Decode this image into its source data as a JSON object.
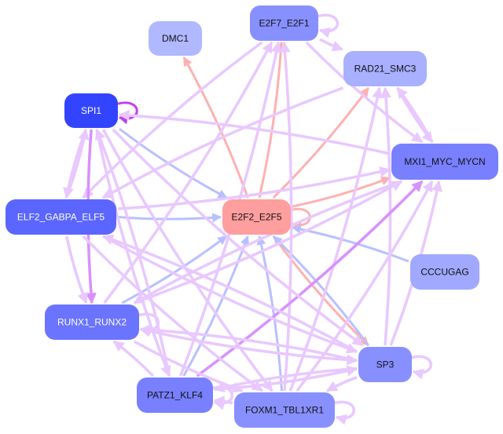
{
  "diagram": {
    "type": "regulatory-network",
    "colors": {
      "edge_default": "#e8c8ff",
      "edge_strong": "#d890ff",
      "edge_target_hub": "#ffb0b0",
      "edge_to_hub": "#b8c0ff",
      "self_loop_spi1": "#c040f0"
    },
    "nodes": [
      {
        "id": "DMC1",
        "label": "DMC1",
        "fill": "#b0b8ff",
        "text_color": "#111111"
      },
      {
        "id": "E2F7_E2F1",
        "label": "E2F7_E2F1",
        "fill": "#8890ff",
        "text_color": "#111111"
      },
      {
        "id": "RAD21_SMC3",
        "label": "RAD21_SMC3",
        "fill": "#a8b0ff",
        "text_color": "#111111"
      },
      {
        "id": "SPI1",
        "label": "SPI1",
        "fill": "#3344ff",
        "text_color": "#ffffff"
      },
      {
        "id": "MXI1_MYC_MYCN",
        "label": "MXI1_MYC_MYCN",
        "fill": "#7880ff",
        "text_color": "#111111"
      },
      {
        "id": "ELF2_GABPA_ELF5",
        "label": "ELF2_GABPA_ELF5",
        "fill": "#5a66ff",
        "text_color": "#ffffff"
      },
      {
        "id": "E2F2_E2F5",
        "label": "E2F2_E2F5",
        "fill": "#ff9e9e",
        "text_color": "#111111"
      },
      {
        "id": "CCCUGAG",
        "label": "CCCUGAG",
        "fill": "#a0a8ff",
        "text_color": "#111111"
      },
      {
        "id": "RUNX1_RUNX2",
        "label": "RUNX1_RUNX2",
        "fill": "#6a74ff",
        "text_color": "#ffffff"
      },
      {
        "id": "SP3",
        "label": "SP3",
        "fill": "#8890ff",
        "text_color": "#111111"
      },
      {
        "id": "PATZ1_KLF4",
        "label": "PATZ1_KLF4",
        "fill": "#7880ff",
        "text_color": "#111111"
      },
      {
        "id": "FOXM1_TBL1XR1",
        "label": "FOXM1_TBL1XR1",
        "fill": "#8890ff",
        "text_color": "#111111"
      }
    ],
    "edges": [
      {
        "from": "E2F2_E2F5",
        "to": "DMC1",
        "kind": "hub_out"
      },
      {
        "from": "E2F2_E2F5",
        "to": "E2F7_E2F1",
        "kind": "hub_out"
      },
      {
        "from": "E2F2_E2F5",
        "to": "RAD21_SMC3",
        "kind": "hub_out"
      },
      {
        "from": "E2F2_E2F5",
        "to": "MXI1_MYC_MYCN",
        "kind": "hub_out"
      },
      {
        "from": "E2F2_E2F5",
        "to": "SP3",
        "kind": "hub_out"
      },
      {
        "from": "E2F2_E2F5",
        "to": "E2F2_E2F5",
        "kind": "hub_out"
      },
      {
        "from": "SPI1",
        "to": "E2F2_E2F5",
        "kind": "to_hub"
      },
      {
        "from": "ELF2_GABPA_ELF5",
        "to": "E2F2_E2F5",
        "kind": "to_hub"
      },
      {
        "from": "CCCUGAG",
        "to": "E2F2_E2F5",
        "kind": "to_hub"
      },
      {
        "from": "RUNX1_RUNX2",
        "to": "E2F2_E2F5",
        "kind": "to_hub"
      },
      {
        "from": "PATZ1_KLF4",
        "to": "E2F2_E2F5",
        "kind": "to_hub"
      },
      {
        "from": "FOXM1_TBL1XR1",
        "to": "E2F2_E2F5",
        "kind": "to_hub"
      },
      {
        "from": "SP3",
        "to": "E2F2_E2F5",
        "kind": "to_hub"
      },
      {
        "from": "SPI1",
        "to": "SPI1",
        "kind": "self_strong"
      },
      {
        "from": "E2F7_E2F1",
        "to": "E2F7_E2F1",
        "kind": "default"
      },
      {
        "from": "E2F7_E2F1",
        "to": "RAD21_SMC3",
        "kind": "default"
      },
      {
        "from": "E2F7_E2F1",
        "to": "MXI1_MYC_MYCN",
        "kind": "default"
      },
      {
        "from": "E2F7_E2F1",
        "to": "ELF2_GABPA_ELF5",
        "kind": "default"
      },
      {
        "from": "PATZ1_KLF4",
        "to": "E2F7_E2F1",
        "kind": "default"
      },
      {
        "from": "FOXM1_TBL1XR1",
        "to": "E2F7_E2F1",
        "kind": "default"
      },
      {
        "from": "RUNX1_RUNX2",
        "to": "E2F7_E2F1",
        "kind": "default"
      },
      {
        "from": "SP3",
        "to": "RAD21_SMC3",
        "kind": "default"
      },
      {
        "from": "FOXM1_TBL1XR1",
        "to": "RAD21_SMC3",
        "kind": "default"
      },
      {
        "from": "MXI1_MYC_MYCN",
        "to": "RAD21_SMC3",
        "kind": "default"
      },
      {
        "from": "RAD21_SMC3",
        "to": "MXI1_MYC_MYCN",
        "kind": "default"
      },
      {
        "from": "RAD21_SMC3",
        "to": "ELF2_GABPA_ELF5",
        "kind": "default"
      },
      {
        "from": "ELF2_GABPA_ELF5",
        "to": "MXI1_MYC_MYCN",
        "kind": "default"
      },
      {
        "from": "RUNX1_RUNX2",
        "to": "MXI1_MYC_MYCN",
        "kind": "default"
      },
      {
        "from": "PATZ1_KLF4",
        "to": "MXI1_MYC_MYCN",
        "kind": "strong"
      },
      {
        "from": "FOXM1_TBL1XR1",
        "to": "MXI1_MYC_MYCN",
        "kind": "default"
      },
      {
        "from": "SP3",
        "to": "MXI1_MYC_MYCN",
        "kind": "default"
      },
      {
        "from": "SPI1",
        "to": "ELF2_GABPA_ELF5",
        "kind": "default"
      },
      {
        "from": "ELF2_GABPA_ELF5",
        "to": "SPI1",
        "kind": "default"
      },
      {
        "from": "SPI1",
        "to": "RUNX1_RUNX2",
        "kind": "strong"
      },
      {
        "from": "SPI1",
        "to": "PATZ1_KLF4",
        "kind": "default"
      },
      {
        "from": "SPI1",
        "to": "FOXM1_TBL1XR1",
        "kind": "default"
      },
      {
        "from": "SPI1",
        "to": "SP3",
        "kind": "default"
      },
      {
        "from": "PATZ1_KLF4",
        "to": "SPI1",
        "kind": "default"
      },
      {
        "from": "MXI1_MYC_MYCN",
        "to": "SPI1",
        "kind": "default"
      },
      {
        "from": "ELF2_GABPA_ELF5",
        "to": "RUNX1_RUNX2",
        "kind": "default"
      },
      {
        "from": "ELF2_GABPA_ELF5",
        "to": "SP3",
        "kind": "default"
      },
      {
        "from": "ELF2_GABPA_ELF5",
        "to": "FOXM1_TBL1XR1",
        "kind": "default"
      },
      {
        "from": "SP3",
        "to": "ELF2_GABPA_ELF5",
        "kind": "default"
      },
      {
        "from": "RUNX1_RUNX2",
        "to": "RUNX1_RUNX2",
        "kind": "default"
      },
      {
        "from": "RUNX1_RUNX2",
        "to": "SP3",
        "kind": "default"
      },
      {
        "from": "SP3",
        "to": "RUNX1_RUNX2",
        "kind": "default"
      },
      {
        "from": "PATZ1_KLF4",
        "to": "RUNX1_RUNX2",
        "kind": "default"
      },
      {
        "from": "RUNX1_RUNX2",
        "to": "FOXM1_TBL1XR1",
        "kind": "default"
      },
      {
        "from": "SP3",
        "to": "SP3",
        "kind": "default"
      },
      {
        "from": "SP3",
        "to": "FOXM1_TBL1XR1",
        "kind": "default"
      },
      {
        "from": "PATZ1_KLF4",
        "to": "SP3",
        "kind": "default"
      },
      {
        "from": "SP3",
        "to": "PATZ1_KLF4",
        "kind": "default"
      },
      {
        "from": "PATZ1_KLF4",
        "to": "PATZ1_KLF4",
        "kind": "default"
      },
      {
        "from": "FOXM1_TBL1XR1",
        "to": "PATZ1_KLF4",
        "kind": "default"
      },
      {
        "from": "FOXM1_TBL1XR1",
        "to": "FOXM1_TBL1XR1",
        "kind": "default"
      },
      {
        "from": "MXI1_MYC_MYCN",
        "to": "RUNX1_RUNX2",
        "kind": "default"
      }
    ]
  }
}
